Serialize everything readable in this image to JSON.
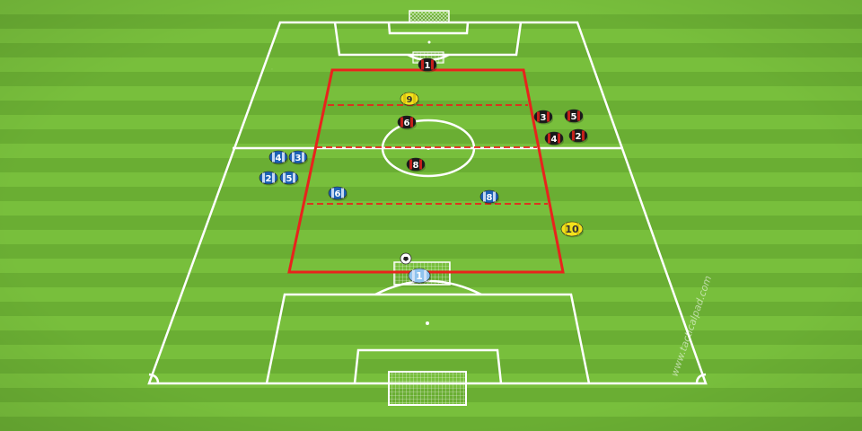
{
  "colors": {
    "grass_light": "#78bf3c",
    "grass_dark": "#6aae33",
    "lines": "#ffffff",
    "zone": "#e8231c",
    "team_red": "#1a1a1a",
    "team_red_stripe": "#d8211b",
    "team_blue": "#1d62b5",
    "team_blue_stripe": "#d8e6f7",
    "neutral": "#f2e21c",
    "keeper_blue": "#8fc3ee"
  },
  "watermark": "www.tacticalpad.com",
  "players": {
    "red": [
      {
        "number": "1",
        "role": "goalkeeper"
      },
      {
        "number": "6"
      },
      {
        "number": "8"
      },
      {
        "number": "3"
      },
      {
        "number": "5"
      },
      {
        "number": "4"
      },
      {
        "number": "2"
      }
    ],
    "blue": [
      {
        "number": "4"
      },
      {
        "number": "3"
      },
      {
        "number": "2"
      },
      {
        "number": "5"
      },
      {
        "number": "6"
      },
      {
        "number": "8"
      },
      {
        "number": "1",
        "role": "goalkeeper"
      }
    ],
    "neutral": [
      {
        "number": "9"
      },
      {
        "number": "10"
      }
    ]
  },
  "ball": {
    "icon": "soccer-ball-icon"
  }
}
